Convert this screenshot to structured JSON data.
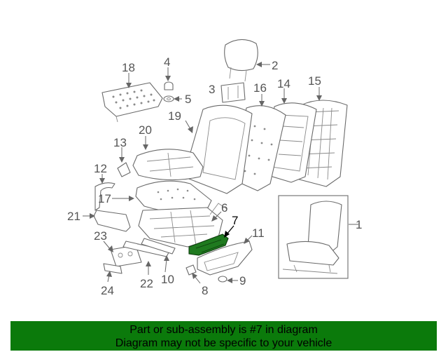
{
  "diagram": {
    "callouts": {
      "c1": "1",
      "c2": "2",
      "c3": "3",
      "c4": "4",
      "c5": "5",
      "c6": "6",
      "c7": "7",
      "c8": "8",
      "c9": "9",
      "c10": "10",
      "c11": "11",
      "c12": "12",
      "c13": "13",
      "c14": "14",
      "c15": "15",
      "c16": "16",
      "c17": "17",
      "c18": "18",
      "c19": "19",
      "c20": "20",
      "c21": "21",
      "c22": "22",
      "c23": "23",
      "c24": "24"
    },
    "highlight_color": "#1f7a1f"
  },
  "banner": {
    "line1": "Part or sub-assembly is #7 in diagram",
    "line2": "Diagram may not be specific to your vehicle",
    "background": "#0b7a0b"
  }
}
